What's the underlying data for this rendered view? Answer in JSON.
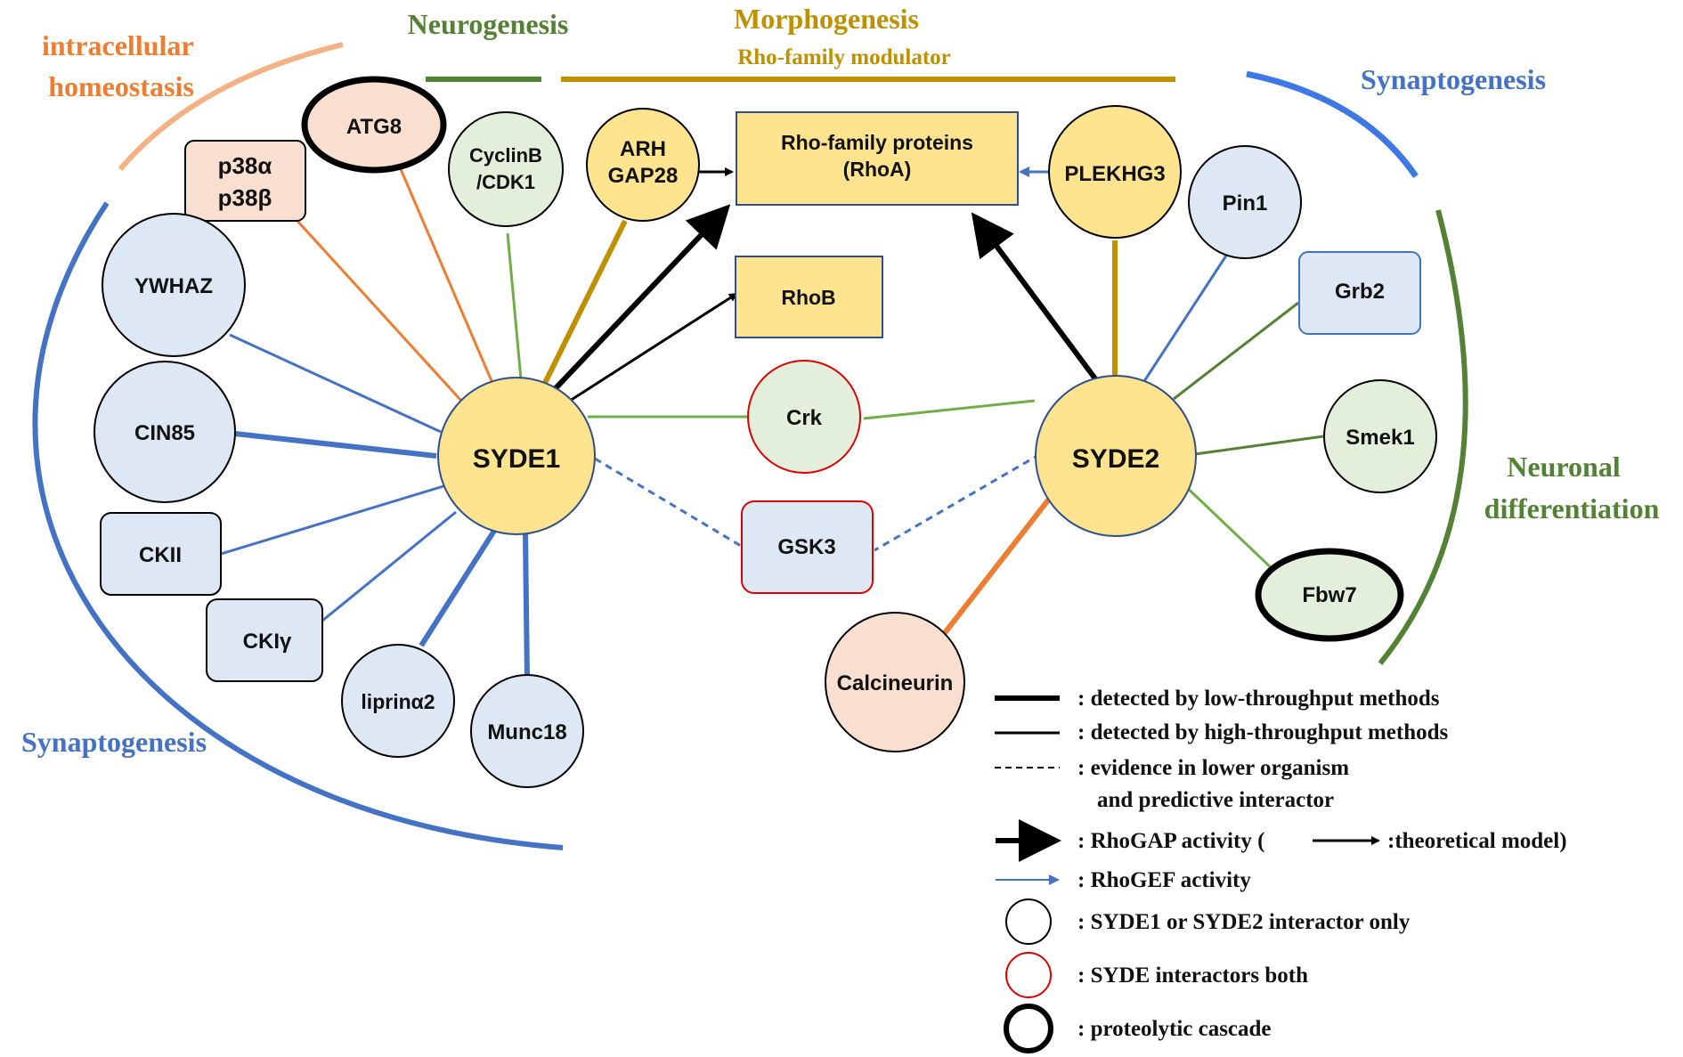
{
  "colors": {
    "yellow": "#FFE48F",
    "yellow_stroke": "#2E4F8C",
    "blue_fill": "#DDE8F4",
    "green_fill": "#E3EFDA",
    "orange_fill": "#F9DFD0",
    "orange": "#ED7D31",
    "orange_light": "#F4B183",
    "green": "#548235",
    "green_light": "#70AD47",
    "blue": "#4472C4",
    "gold": "#BF9000",
    "red": "#E00000",
    "black": "#000000"
  },
  "categories": {
    "intracellular": [
      "intracellular",
      "homeostasis"
    ],
    "neurogenesis": "Neurogenesis",
    "morphogenesis": "Morphogenesis",
    "rho_modulator": "Rho-family modulator",
    "synaptogenesis_right": "Synaptogenesis",
    "synaptogenesis_left": "Synaptogenesis",
    "neuronal": [
      "Neuronal",
      "differentiation"
    ]
  },
  "nodes": {
    "syde1": "SYDE1",
    "syde2": "SYDE2",
    "atg8": "ATG8",
    "p38": [
      "p38α",
      "p38β"
    ],
    "cyclinb": [
      "CyclinB",
      "/CDK1"
    ],
    "arhgap28": [
      "ARH",
      "GAP28"
    ],
    "rho_family": [
      "Rho-family proteins",
      "(RhoA)"
    ],
    "rhob": "RhoB",
    "plekhg3": "PLEKHG3",
    "pin1": "Pin1",
    "grb2": "Grb2",
    "smek1": "Smek1",
    "fbw7": "Fbw7",
    "calcineurin": "Calcineurin",
    "crk": "Crk",
    "gsk3": "GSK3",
    "ywhaz": "YWHAZ",
    "cin85": "CIN85",
    "ckii": "CKII",
    "ckig": "CKIγ",
    "liprin": "liprinα2",
    "munc18": "Munc18"
  },
  "legend": {
    "low": ": detected by low-throughput methods",
    "high": ": detected by high-throughput methods",
    "lower": [
      ": evidence in lower organism",
      "and predictive interactor"
    ],
    "rhogap": ": RhoGAP activity (",
    "rhogap_theoretical": ":theoretical model)",
    "rhogef": ": RhoGEF activity",
    "only": ": SYDE1 or SYDE2 interactor only",
    "both": ": SYDE interactors both",
    "proteolytic": ": proteolytic cascade"
  }
}
